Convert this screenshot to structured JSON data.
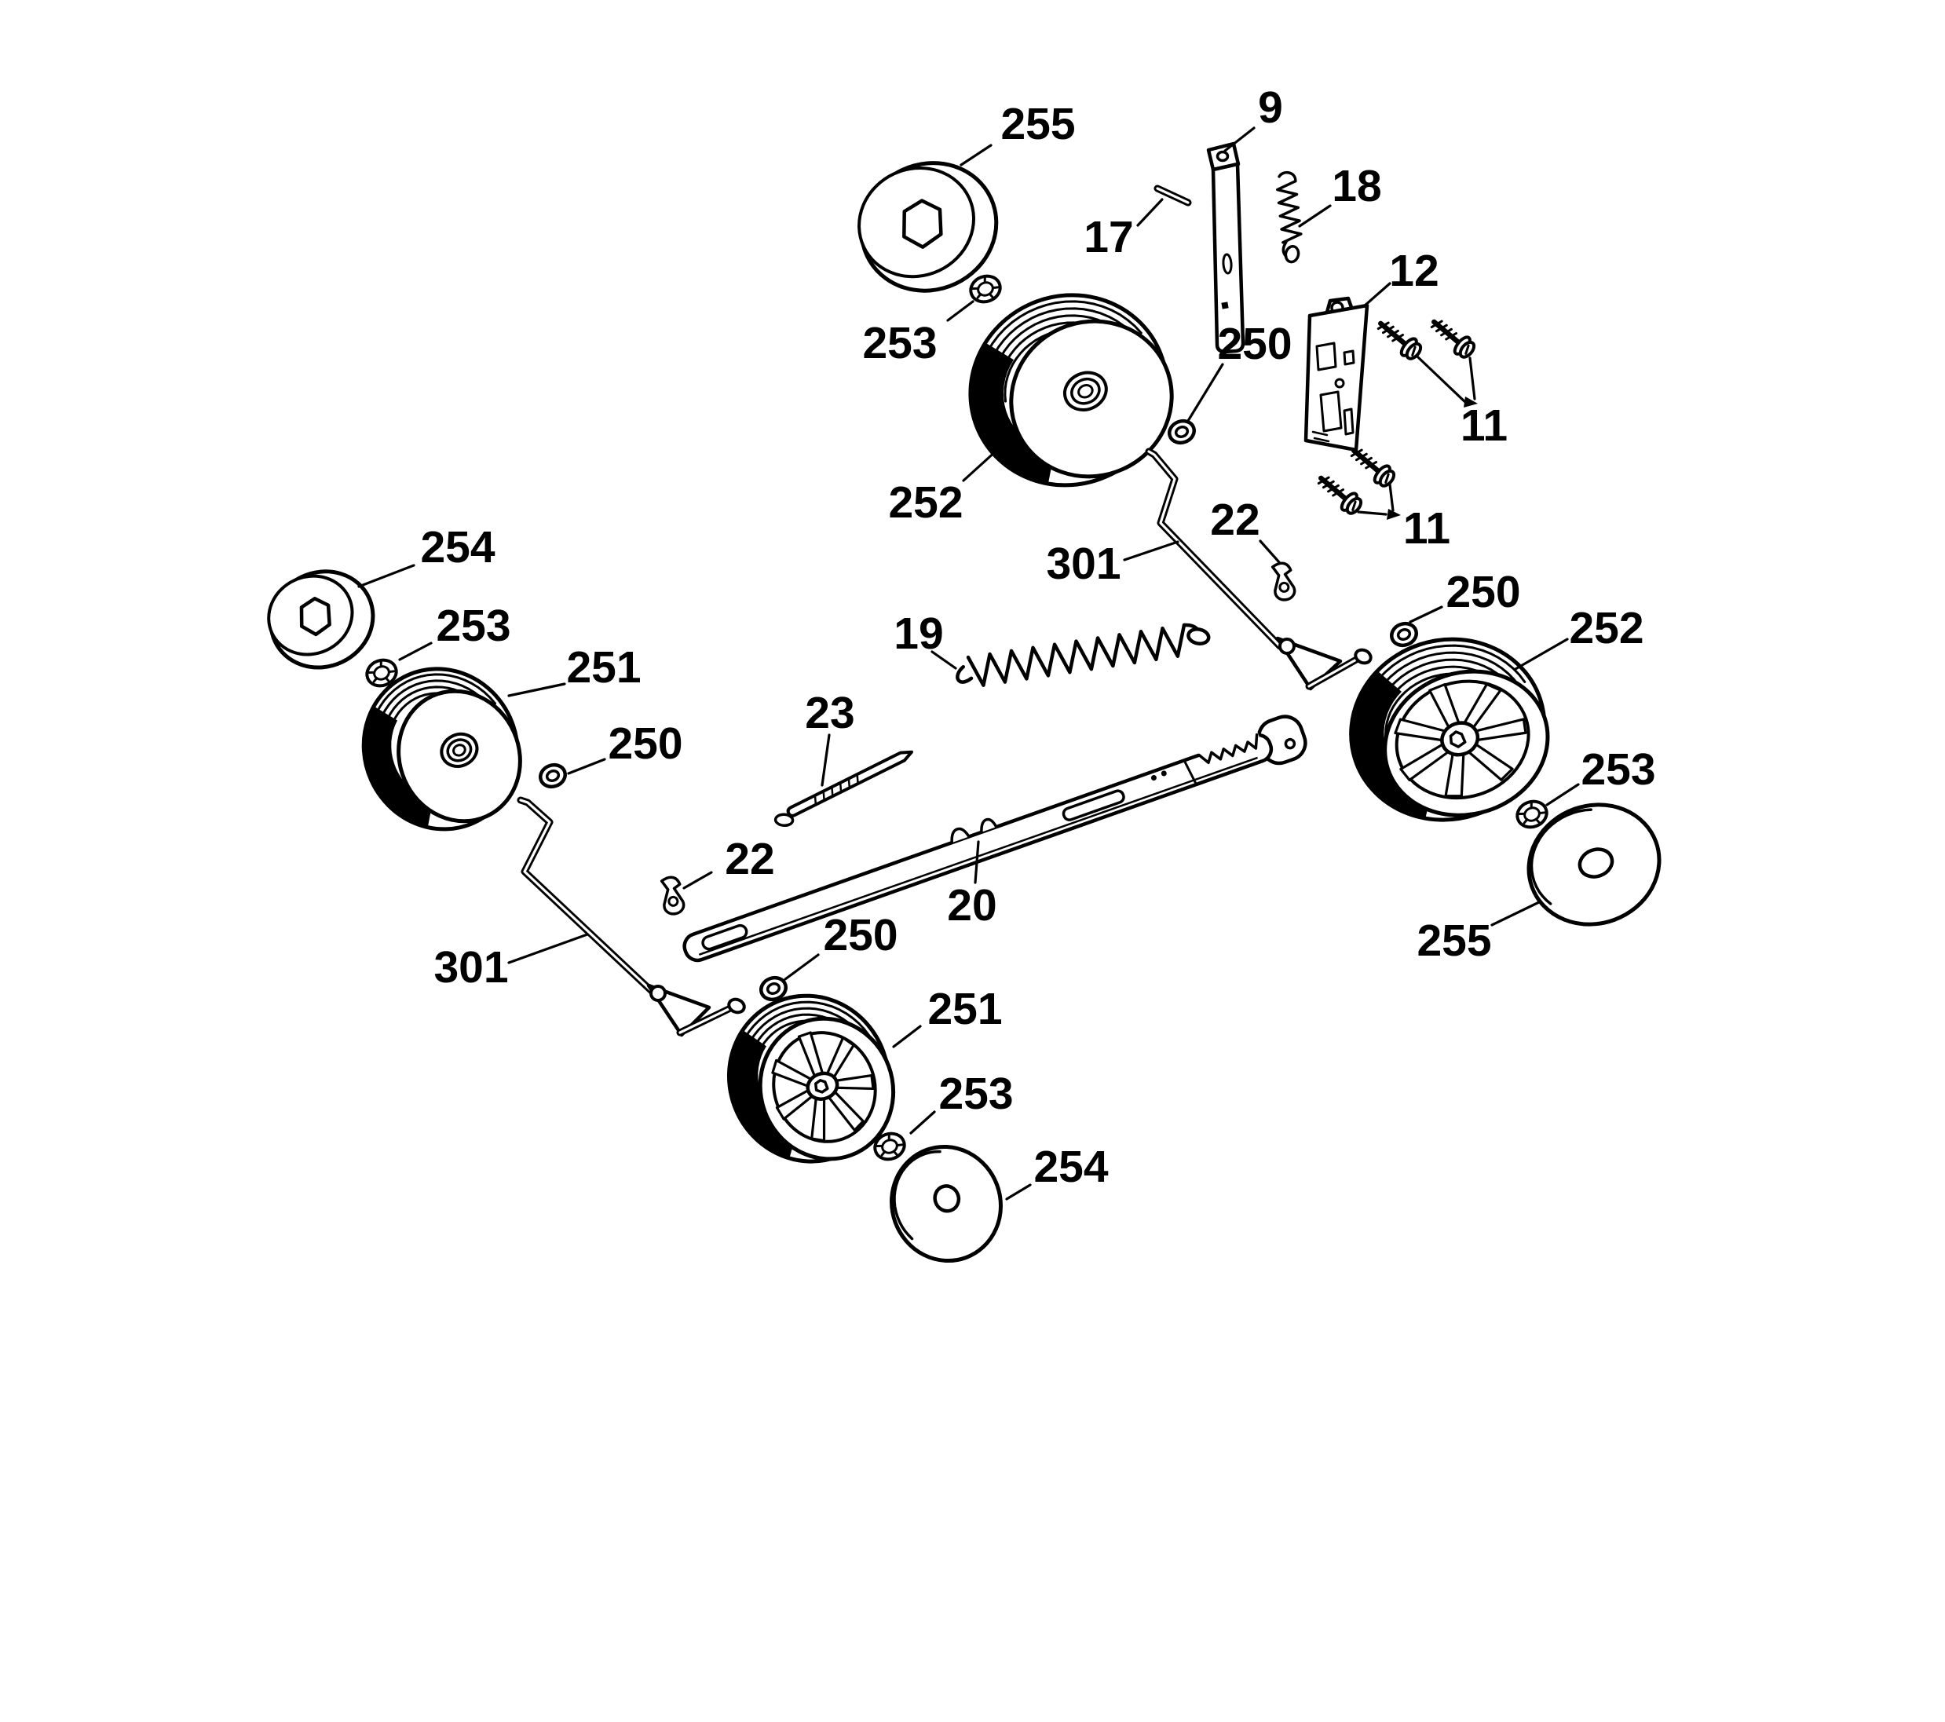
{
  "diagram": {
    "type": "exploded-parts-diagram",
    "background_color": "#ffffff",
    "ink_color": "#000000"
  },
  "callouts": [
    {
      "label": "255"
    },
    {
      "label": "9"
    },
    {
      "label": "17"
    },
    {
      "label": "18"
    },
    {
      "label": "12"
    },
    {
      "label": "253"
    },
    {
      "label": "11"
    },
    {
      "label": "250"
    },
    {
      "label": "252"
    },
    {
      "label": "301"
    },
    {
      "label": "22"
    },
    {
      "label": "11"
    },
    {
      "label": "254"
    },
    {
      "label": "250"
    },
    {
      "label": "252"
    },
    {
      "label": "253"
    },
    {
      "label": "251"
    },
    {
      "label": "19"
    },
    {
      "label": "250"
    },
    {
      "label": "23"
    },
    {
      "label": "253"
    },
    {
      "label": "22"
    },
    {
      "label": "20"
    },
    {
      "label": "250"
    },
    {
      "label": "301"
    },
    {
      "label": "251"
    },
    {
      "label": "253"
    },
    {
      "label": "254"
    },
    {
      "label": "255"
    }
  ]
}
